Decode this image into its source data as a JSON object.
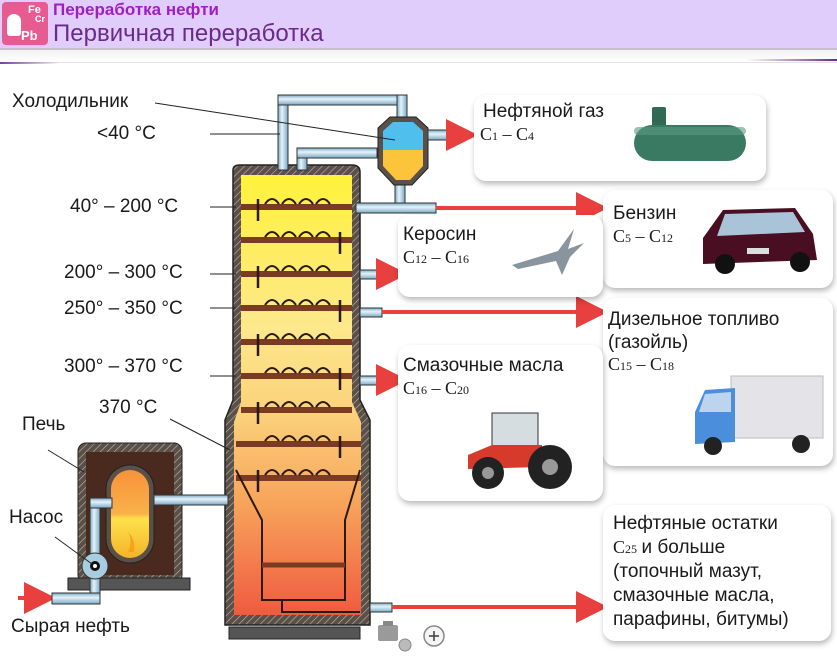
{
  "header": {
    "subject": "Переработка нефти",
    "title": "Первичная переработка",
    "logo_elements": [
      "Fe",
      "Cr",
      "Pb"
    ]
  },
  "diagram": {
    "left_labels": {
      "cooler": "Холодильник",
      "t1": "<40 °C",
      "t2": "40° – 200 °C",
      "t3": "200° – 300 °C",
      "t4": "250° – 350 °C",
      "t5": "300° – 370 °C",
      "t6": "370 °C",
      "furnace": "Печь",
      "pump": "Насос",
      "crude": "Сырая нефть"
    },
    "products": [
      {
        "name": "Нефтяной газ",
        "formula": [
          "C",
          "1",
          " – C",
          "4"
        ],
        "image": "gas-tank"
      },
      {
        "name": "Бензин",
        "formula": [
          "C",
          "5",
          " – C",
          "12"
        ],
        "image": "car"
      },
      {
        "name": "Керосин",
        "formula": [
          "C",
          "12",
          " – C",
          "16"
        ],
        "image": "jet"
      },
      {
        "name_lines": [
          "Дизельное топливо",
          "(газойль)"
        ],
        "formula": [
          "C",
          "15",
          " – C",
          "18"
        ],
        "image": "truck"
      },
      {
        "name": "Смазочные масла",
        "formula": [
          "C",
          "16",
          " – C",
          "20"
        ],
        "image": "tractor"
      },
      {
        "name_lines": [
          "Нефтяные остатки",
          "и больше",
          "(топочный мазут,",
          "смазочные масла,",
          "парафины, битумы)"
        ],
        "formula": [
          "C",
          "25",
          "",
          ""
        ],
        "image": "none"
      }
    ],
    "controls": {
      "video": "video-camera",
      "zoom": "zoom-in"
    }
  },
  "colors": {
    "header_bg": "#e0cdfc",
    "subject": "#a01ec8",
    "title": "#6a2a8a",
    "arrow": "#e8403e",
    "pipe": "#a9cde0",
    "wall": "#5a5048",
    "tray": "#7a3b22"
  }
}
